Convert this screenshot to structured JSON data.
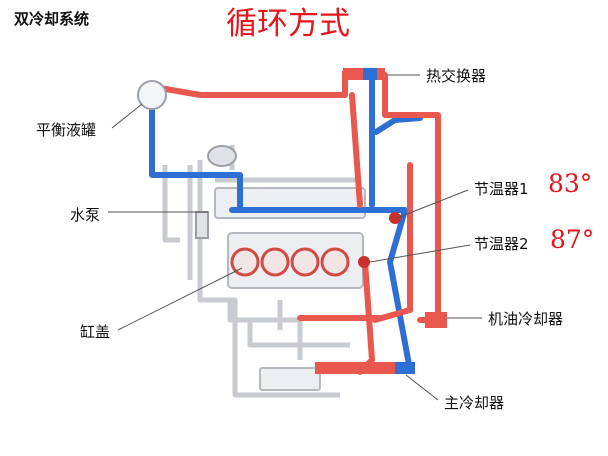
{
  "title": "双冷却系统",
  "subtitle": "循环方式",
  "labels": {
    "expansion_tank": "平衡液罐",
    "water_pump": "水泵",
    "cylinder_head": "缸盖",
    "heat_exchanger": "热交换器",
    "thermostat1": "节温器1",
    "thermostat2": "节温器2",
    "oil_cooler": "机油冷却器",
    "main_radiator": "主冷却器"
  },
  "temperatures": {
    "thermostat1": "83°",
    "thermostat2": "87°"
  },
  "colors": {
    "hot": "#e8584e",
    "cold": "#2e6fd6",
    "text_red": "#e8141c",
    "pipe_gray": "#c8cbd0"
  }
}
